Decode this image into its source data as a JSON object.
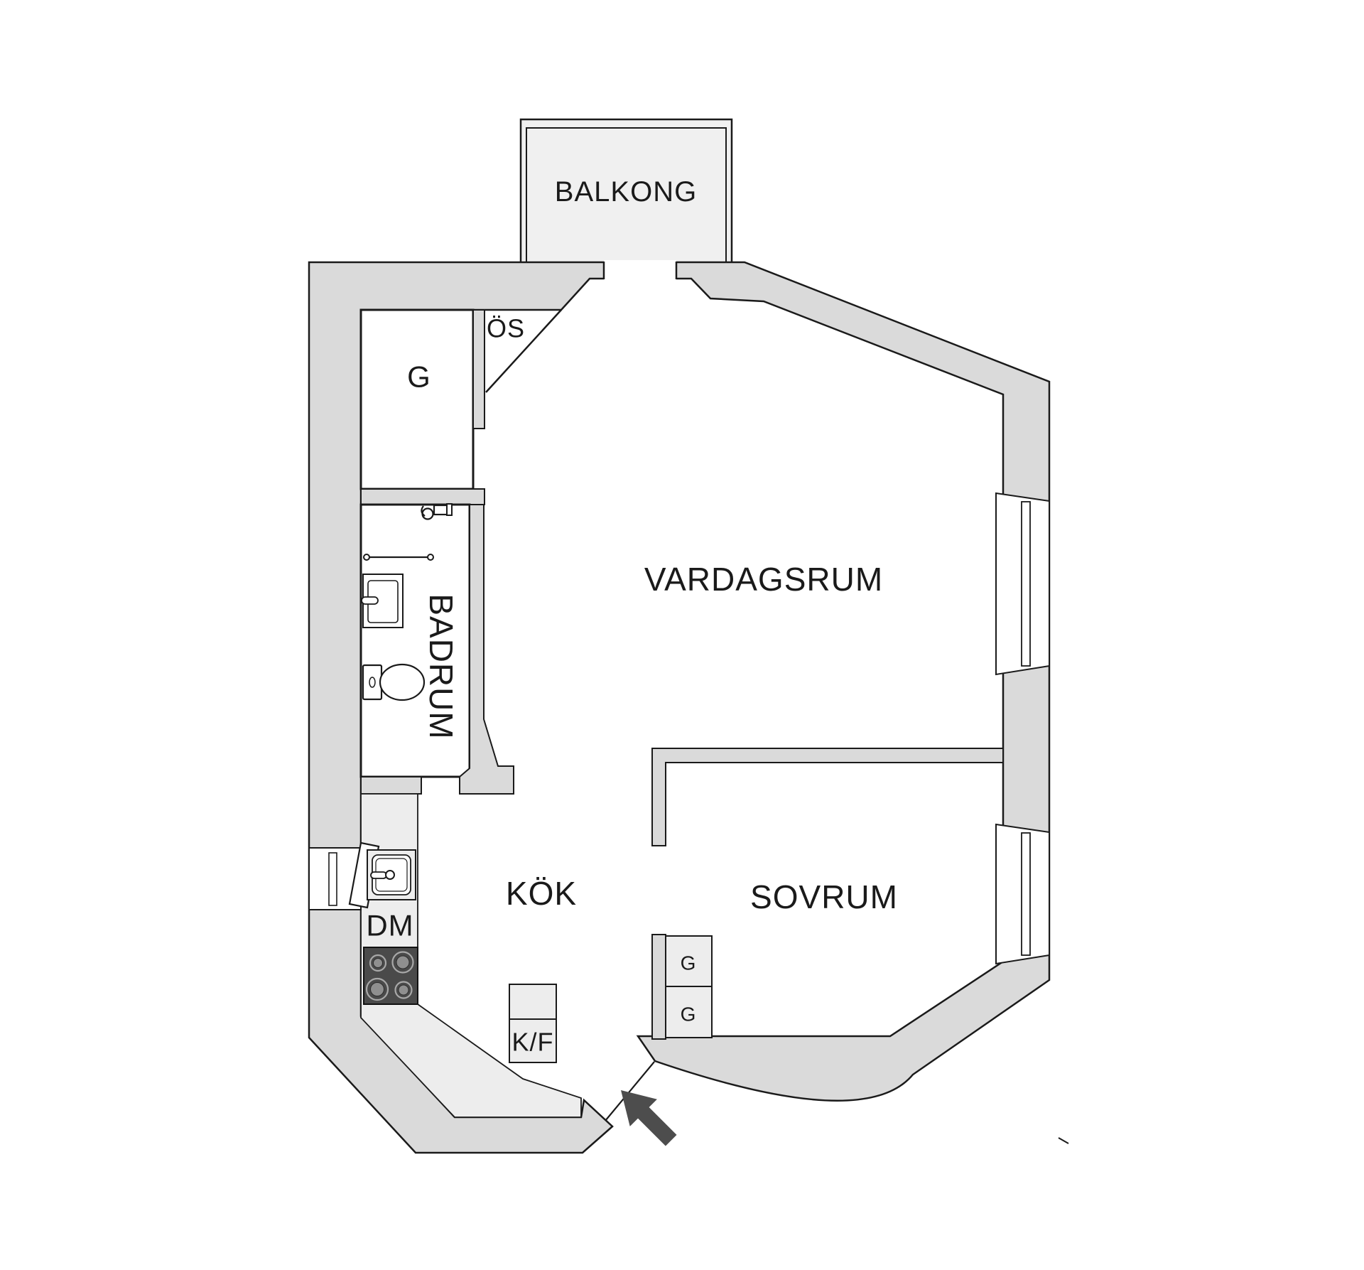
{
  "plan": {
    "type": "apartment-floor-plan",
    "labels": {
      "balcony": "BALKONG",
      "living_room": "VARDAGSRUM",
      "bedroom": "SOVRUM",
      "kitchen": "KÖK",
      "bathroom": "BADRUM",
      "closet": "G",
      "overhead_cabinet": "ÖS",
      "dishwasher": "DM",
      "fridge_freezer": "K/F",
      "wardrobe_1": "G",
      "wardrobe_2": "G"
    },
    "colors": {
      "background": "#ffffff",
      "wall_fill": "#dadada",
      "balcony_fill": "#f0f0f0",
      "counter_fill": "#ededed",
      "cabinet_fill": "#ededed",
      "fixture_fill": "#ffffff",
      "stove_fill": "#4a4a4a",
      "burner_ring": "#a8a8a8",
      "burner_disc": "#8f8f8f",
      "entry_arrow": "#4d4d4d",
      "outline": "#1a1a1a"
    }
  }
}
